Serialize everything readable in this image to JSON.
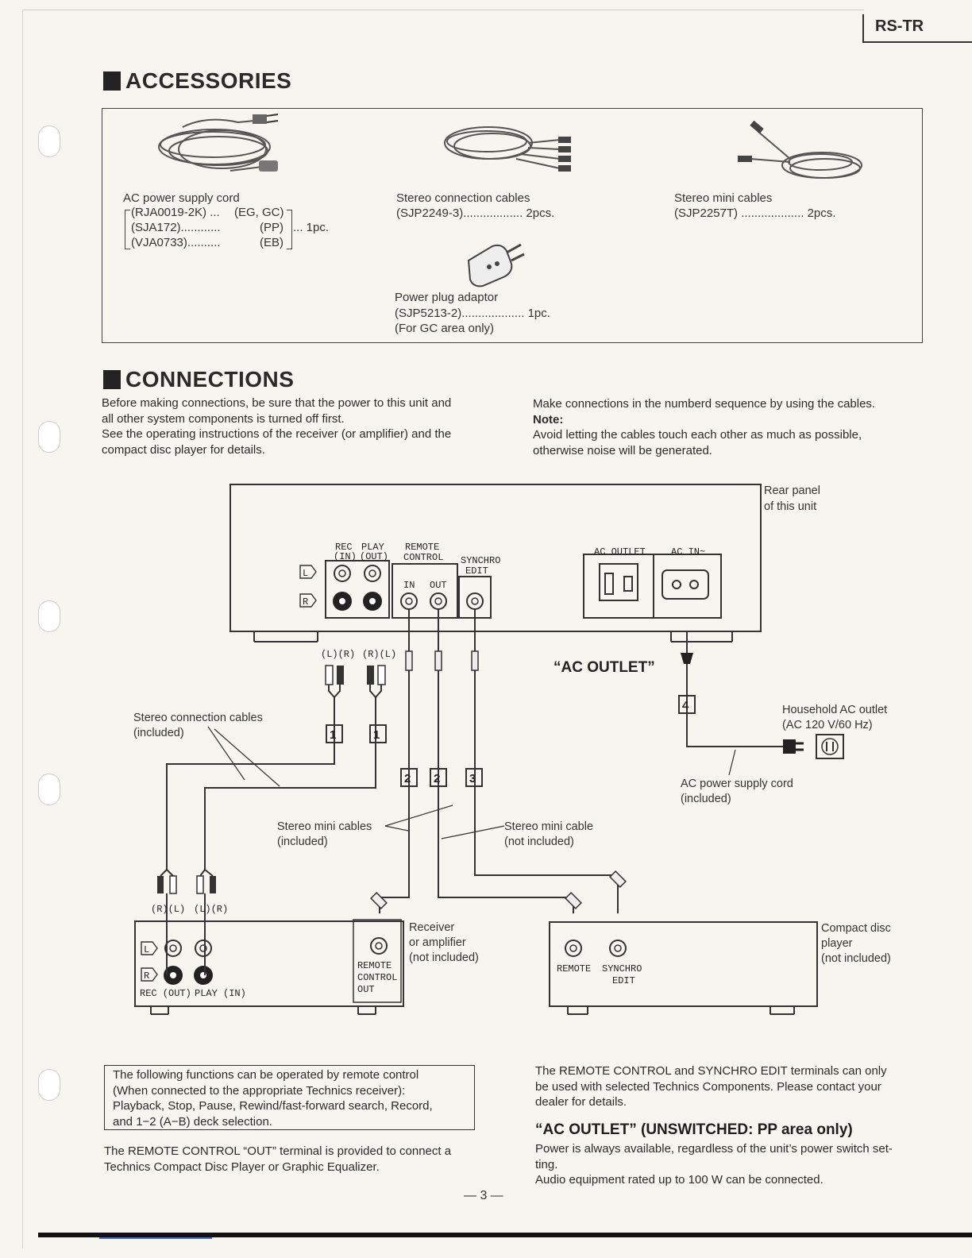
{
  "model_tag": "RS-TR",
  "accessories": {
    "heading": "ACCESSORIES",
    "ac_cord": {
      "title": "AC power supply cord",
      "parts": [
        {
          "part": "(RJA0019-2K)",
          "dots": "...",
          "region": "(EG, GC)"
        },
        {
          "part": "(SJA172)",
          "dots": "............",
          "region": "(PP)"
        },
        {
          "part": "(VJA0733)",
          "dots": "..........",
          "region": "(EB)"
        }
      ],
      "qty": "... 1pc."
    },
    "stereo_cables": {
      "title": "Stereo connection cables",
      "part": "(SJP2249-3)",
      "dots": "..................",
      "qty": "2pcs."
    },
    "mini_cables": {
      "title": "Stereo mini cables",
      "part": "(SJP2257T)",
      "dots": "...................",
      "qty": "2pcs."
    },
    "plug_adaptor": {
      "title": "Power plug adaptor",
      "part": "(SJP5213-2)",
      "dots": "...................",
      "qty": "1pc.",
      "note": "(For GC area only)"
    }
  },
  "connections": {
    "heading": "CONNECTIONS",
    "intro_left": [
      "Before making connections, be sure that the power to this unit and",
      "all other system components is turned off first.",
      "See the operating instructions of the receiver (or amplifier) and the",
      "compact disc player for details."
    ],
    "intro_right": "Make connections in the numberd sequence by using the cables.",
    "note_label": "Note:",
    "note_text": [
      "Avoid letting the cables touch each other as much as possible,",
      "otherwise noise will be generated."
    ]
  },
  "diagram": {
    "rear_panel": [
      "Rear panel",
      "of this unit"
    ],
    "rec_in": [
      "REC",
      "(IN)"
    ],
    "play_out": [
      "PLAY",
      "(OUT)"
    ],
    "remote_control": [
      "REMOTE",
      "CONTROL"
    ],
    "synchro_edit": [
      "SYNCHRO",
      "EDIT"
    ],
    "in": "IN",
    "out": "OUT",
    "ac_outlet_label": "AC OUTLET",
    "ac_in_label": "AC IN~",
    "ac_outlet_quote": "“AC OUTLET”",
    "ch_l": "L",
    "ch_r": "R",
    "lr": "(L)(R)",
    "rl": "(R)(L)",
    "num1": "1",
    "num2": "2",
    "num3": "3",
    "num4": "4",
    "stereo_conn_cables": [
      "Stereo connection cables",
      "(included)"
    ],
    "stereo_mini_cables": [
      "Stereo mini cables",
      "(included)"
    ],
    "stereo_mini_cable": [
      "Stereo mini cable",
      "(not included)"
    ],
    "household_outlet": [
      "Household AC outlet",
      "(AC 120 V/60 Hz)"
    ],
    "ac_cord": [
      "AC power supply cord",
      "(included)"
    ],
    "receiver": [
      "Receiver",
      "or amplifier",
      "(not included)"
    ],
    "remote_control_out": [
      "REMOTE",
      "CONTROL",
      "OUT"
    ],
    "rec_out": "REC (OUT)",
    "play_in": "PLAY (IN)",
    "cd_player": [
      "Compact disc",
      "player",
      "(not included)"
    ],
    "cd_remote": "REMOTE",
    "cd_synchro": [
      "SYNCHRO",
      "EDIT"
    ]
  },
  "bottom": {
    "box_lines": [
      "The following functions can be operated by remote control",
      "(When connected to the appropriate Technics receiver):",
      "Playback, Stop, Pause, Rewind/fast-forward search, Record,",
      "and 1−2 (A−B) deck selection."
    ],
    "remote_out_text": [
      "The REMOTE CONTROL “OUT” terminal is provided to connect a",
      "Technics Compact Disc Player or Graphic Equalizer."
    ],
    "right_text": [
      "The REMOTE CONTROL and SYNCHRO EDIT terminals can only",
      "be used with selected Technics Components. Please contact your",
      "dealer for details."
    ],
    "ac_heading": "“AC OUTLET” (UNSWITCHED: PP area only)",
    "ac_text": [
      "Power is always available, regardless of the unit’s power switch set-",
      "ting.",
      "Audio equipment rated up to 100 W can be connected."
    ],
    "page_number": "— 3 —"
  }
}
